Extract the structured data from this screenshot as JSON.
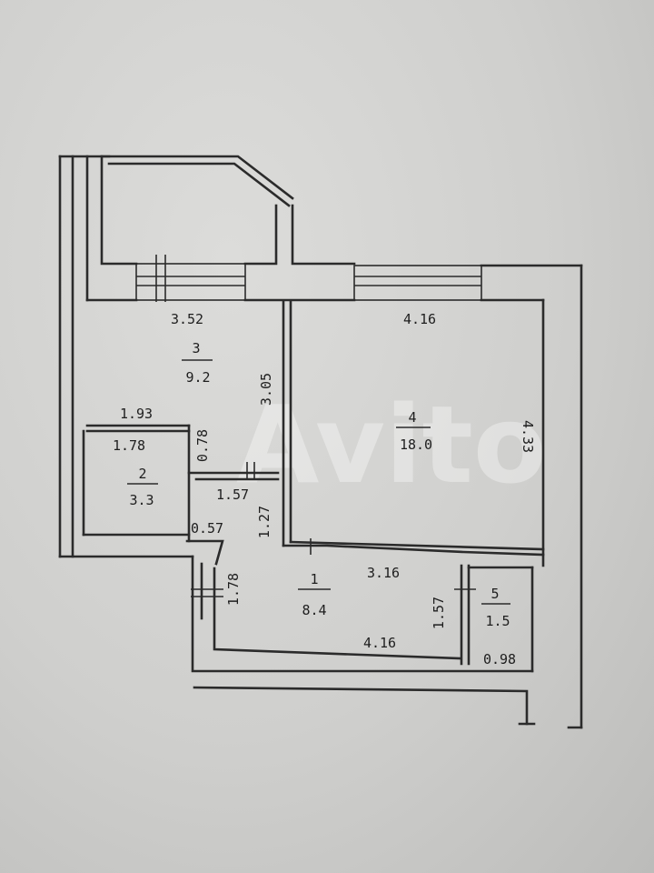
{
  "watermark": "Avito",
  "rooms": [
    {
      "number": "1",
      "area": "8.4"
    },
    {
      "number": "2",
      "area": "3.3"
    },
    {
      "number": "3",
      "area": "9.2"
    },
    {
      "number": "4",
      "area": "18.0"
    },
    {
      "number": "5",
      "area": "1.5"
    }
  ],
  "dimensions": {
    "room3_width": "3.52",
    "room3_height": "3.05",
    "room3_lower_width": "1.93",
    "room4_width": "4.16",
    "room4_height": "4.33",
    "room2_width": "1.78",
    "room2_side": "0.78",
    "passage_width": "1.57",
    "passage_depth": "0.57",
    "passage_height": "1.27",
    "hall_width_top": "3.16",
    "hall_width_bottom": "4.16",
    "hall_height_left": "1.78",
    "hall_height_right": "1.57",
    "room5_width": "0.98"
  }
}
